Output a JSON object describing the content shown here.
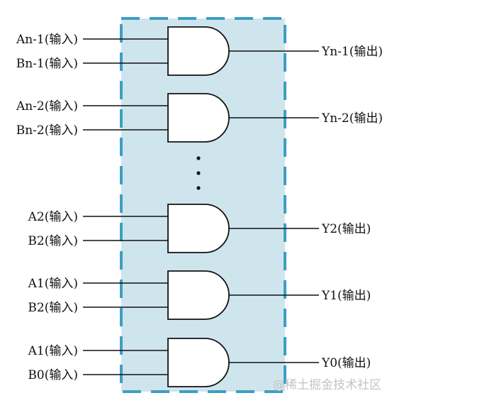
{
  "colors": {
    "box_fill": "#cfe5ee",
    "box_border": "#3f9ec2",
    "wire": "#111111",
    "gate_fill": "#ffffff"
  },
  "gates": [
    {
      "input_a": "An-1(输入)",
      "input_b": "Bn-1(输入)",
      "output": "Yn-1(输出)"
    },
    {
      "input_a": "An-2(输入)",
      "input_b": "Bn-2(输入)",
      "output": "Yn-2(输出)"
    },
    {
      "input_a": "A2(输入)",
      "input_b": "B2(输入)",
      "output": "Y2(输出)"
    },
    {
      "input_a": "A1(输入)",
      "input_b": "B2(输入)",
      "output": "Y1(输出)"
    },
    {
      "input_a": "A1(输入)",
      "input_b": "B0(输入)",
      "output": "Y0(输出)"
    }
  ],
  "watermark": "@稀土掘金技术社区"
}
